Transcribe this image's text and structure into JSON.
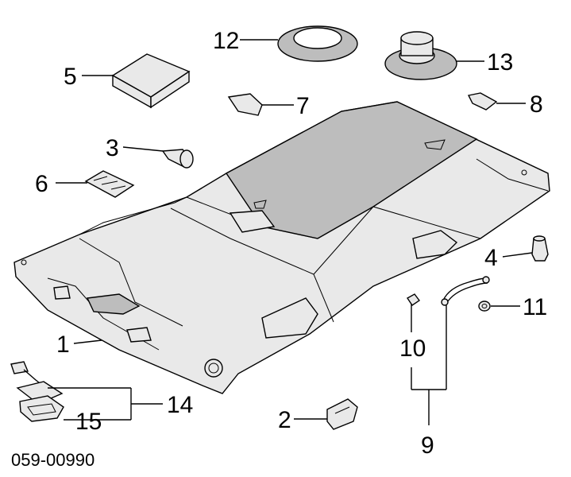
{
  "diagram": {
    "reference_code": "059-00990",
    "callouts": [
      "1",
      "2",
      "3",
      "4",
      "5",
      "6",
      "7",
      "8",
      "9",
      "10",
      "11",
      "12",
      "13",
      "14",
      "15"
    ]
  }
}
